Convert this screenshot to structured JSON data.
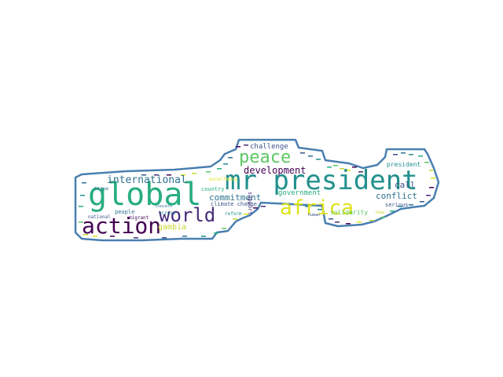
{
  "wordcloud": {
    "colors": {
      "outline": "#4a7fb0",
      "purple": "#440154",
      "violet": "#472c7a",
      "indigo": "#3b528b",
      "blue": "#2c728e",
      "teal": "#21908d",
      "green": "#27ad81",
      "lime": "#5cc863",
      "yellow": "#c8d72f",
      "gold": "#dde318"
    },
    "words": {
      "global": "global",
      "mr_president": "mr president",
      "action": "action",
      "world": "world",
      "africa": "africa",
      "peace": "peace",
      "international": "international",
      "development": "development",
      "commitment": "commitment",
      "conflict": "conflict",
      "call": "call",
      "gambia": "gambia",
      "government": "government",
      "challenge": "challenge",
      "solidarity": "solidarity",
      "president": "president",
      "serious": "serious",
      "climate_change": "climate change",
      "country": "country",
      "people": "people",
      "migrant": "migrant",
      "national": "national",
      "across": "across",
      "reform": "reform",
      "support": "support",
      "issue": "issue",
      "new": "new",
      "excellency": "excellency",
      "human": "human",
      "concern": "concern"
    }
  }
}
